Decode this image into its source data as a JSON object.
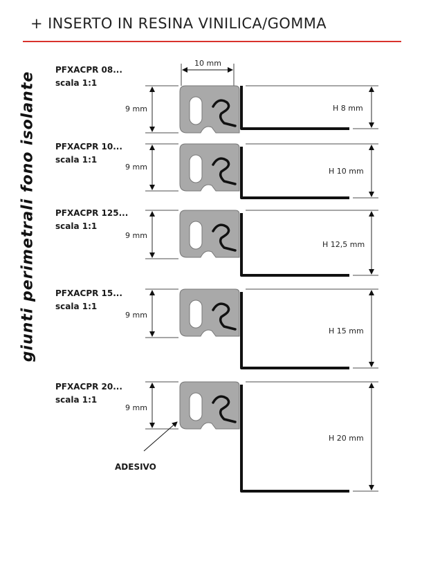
{
  "header": {
    "title": "+ INSERTO IN RESINA VINILICA/GOMMA"
  },
  "side_title": "giunti perimetrali fono isolante",
  "width_label": "10 mm",
  "adhesive_label": "ADESIVO",
  "accent_color": "#d8322b",
  "profiles": [
    {
      "code": "PFXACPR 08...",
      "scale": "scala 1:1",
      "insert_height": "9 mm",
      "height_label": "H 8 mm"
    },
    {
      "code": "PFXACPR 10...",
      "scale": "scala 1:1",
      "insert_height": "9 mm",
      "height_label": "H 10 mm"
    },
    {
      "code": "PFXACPR 125...",
      "scale": "scala 1:1",
      "insert_height": "9 mm",
      "height_label": "H 12,5 mm"
    },
    {
      "code": "PFXACPR 15...",
      "scale": "scala 1:1",
      "insert_height": "9 mm",
      "height_label": "H 15 mm"
    },
    {
      "code": "PFXACPR 20...",
      "scale": "scala 1:1",
      "insert_height": "9 mm",
      "height_label": "H 20 mm"
    }
  ]
}
